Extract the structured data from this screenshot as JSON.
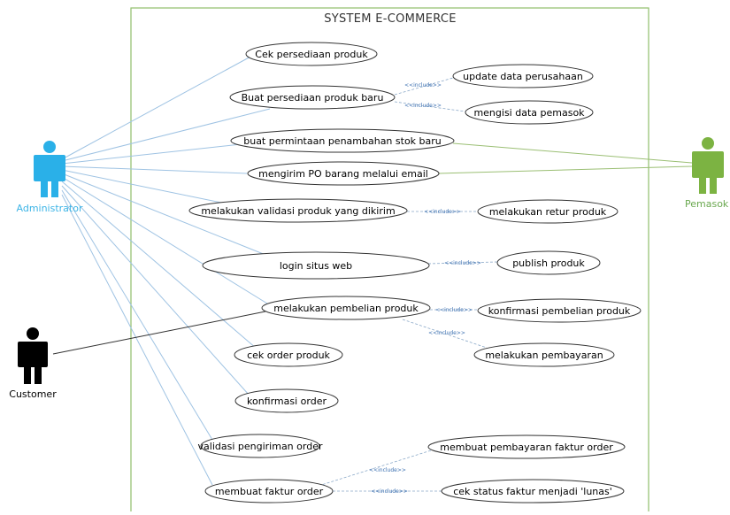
{
  "system": {
    "title": "SYSTEM E-COMMERCE"
  },
  "actors": [
    {
      "id": "admin",
      "label": "Administrator",
      "color": "#2ab0e8",
      "label_color": "#3cb4e6"
    },
    {
      "id": "pemasok",
      "label": "Pemasok",
      "color": "#7cb342",
      "label_color": "#6aa84f"
    },
    {
      "id": "customer",
      "label": "Customer",
      "color": "#000000",
      "label_color": "#000000"
    }
  ],
  "use_cases": [
    {
      "id": "cek_persediaan",
      "label": "Cek persediaan produk"
    },
    {
      "id": "buat_persediaan",
      "label": "Buat persediaan produk baru"
    },
    {
      "id": "update_data",
      "label": "update data perusahaan"
    },
    {
      "id": "mengisi_pemasok",
      "label": "mengisi data pemasok"
    },
    {
      "id": "permintaan_stok",
      "label": "buat permintaan penambahan stok baru"
    },
    {
      "id": "kirim_po",
      "label": "mengirim PO barang melalui email"
    },
    {
      "id": "validasi_produk",
      "label": "melakukan validasi produk yang dikirim"
    },
    {
      "id": "retur_produk",
      "label": "melakukan retur produk"
    },
    {
      "id": "login",
      "label": "login situs web"
    },
    {
      "id": "publish",
      "label": "publish produk"
    },
    {
      "id": "pembelian",
      "label": "melakukan pembelian produk"
    },
    {
      "id": "konfirmasi_pembelian",
      "label": "konfirmasi pembelian produk"
    },
    {
      "id": "pembayaran",
      "label": "melakukan pembayaran"
    },
    {
      "id": "cek_order",
      "label": "cek order produk"
    },
    {
      "id": "konfirmasi_order",
      "label": "konfirmasi order"
    },
    {
      "id": "validasi_pengiriman",
      "label": "validasi pengiriman order"
    },
    {
      "id": "pembayaran_faktur",
      "label": "membuat pembayaran faktur order"
    },
    {
      "id": "faktur_order",
      "label": "membuat faktur order"
    },
    {
      "id": "status_lunas",
      "label": "cek status faktur menjadi 'lunas'"
    }
  ],
  "include_label": "<<include>>",
  "colors": {
    "boundary": "#8fbf6a",
    "admin_line": "#9fc3e3",
    "pemasok_line": "#9bbf74",
    "customer_line": "#333333",
    "include_line": "#8aa8c8"
  }
}
